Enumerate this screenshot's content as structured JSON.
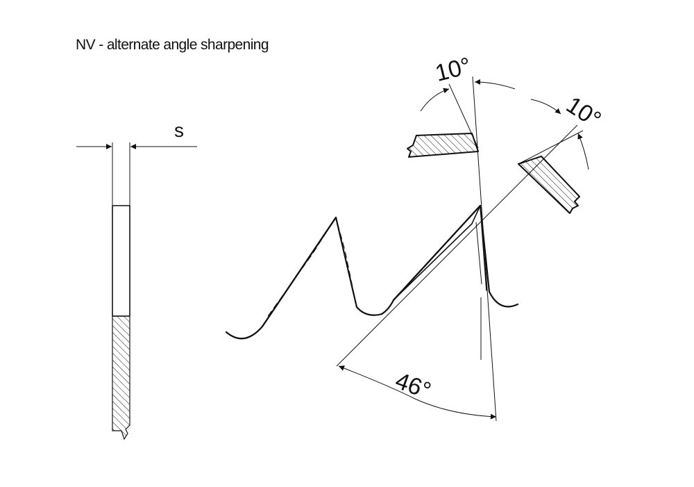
{
  "title": "NV - alternate angle sharpening",
  "labels": {
    "thickness": "s",
    "angle_top_left": "10°",
    "angle_top_right": "10°",
    "angle_bottom": "46°"
  }
}
